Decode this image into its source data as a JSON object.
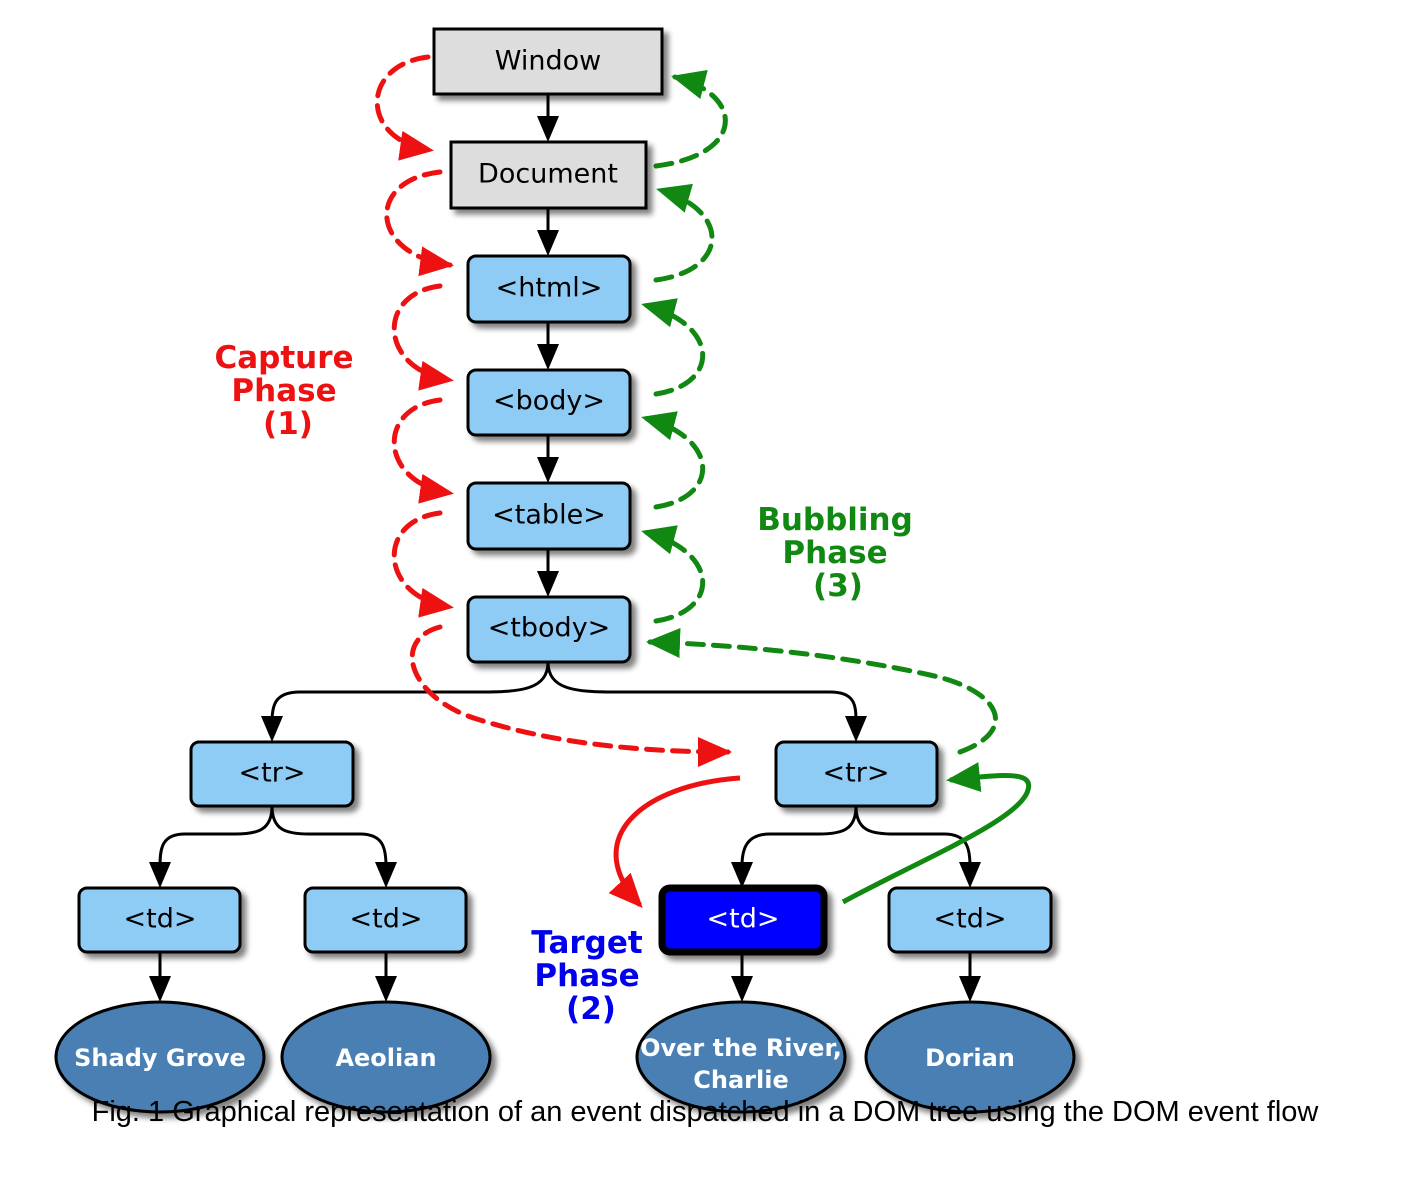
{
  "diagram": {
    "title": "DOM event flow",
    "colors": {
      "capture": "#ee1111",
      "bubble": "#118811",
      "target": "#0000ee",
      "element_fill": "#8ecbf5",
      "document_fill": "#dddddd",
      "leaf_fill": "#4a7fb3",
      "target_fill": "#0000ff"
    },
    "nodes": {
      "window": "Window",
      "document": "Document",
      "html": "<html>",
      "body": "<body>",
      "table": "<table>",
      "tbody": "<tbody>",
      "tr_left": "<tr>",
      "tr_right": "<tr>",
      "td_1": "<td>",
      "td_2": "<td>",
      "td_target": "<td>",
      "td_4": "<td>"
    },
    "leaves": {
      "leaf_1": "Shady Grove",
      "leaf_2": "Aeolian",
      "leaf_3_line1": "Over the River,",
      "leaf_3_line2": "Charlie",
      "leaf_4": "Dorian"
    },
    "phases": {
      "capture": {
        "line1": "Capture",
        "line2": "Phase",
        "line3": "(1)"
      },
      "target": {
        "line1": "Target",
        "line2": "Phase",
        "line3": "(2)"
      },
      "bubbling": {
        "line1": "Bubbling",
        "line2": "Phase",
        "line3": "(3)"
      }
    }
  },
  "caption": "Fig. 1 Graphical representation of an event dispatched in a DOM tree using the DOM event flow"
}
